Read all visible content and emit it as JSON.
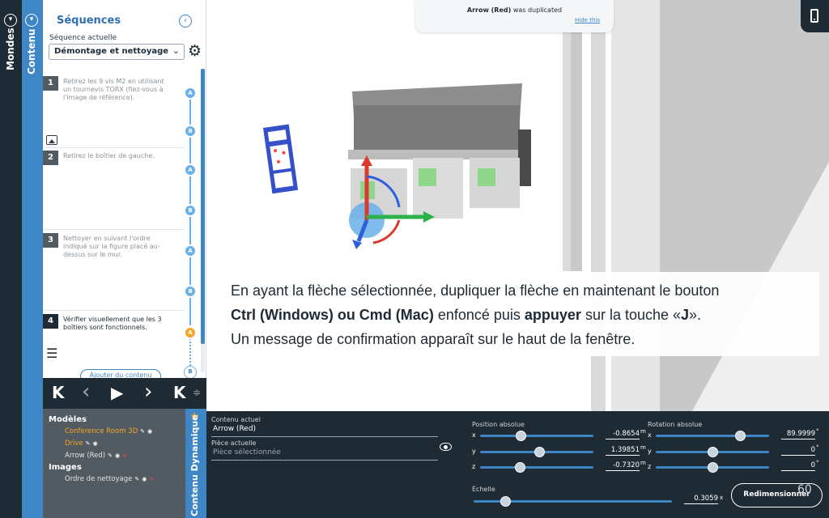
{
  "left_rail": {
    "mondes_label": "Mondes",
    "contenu_label": "Contenu"
  },
  "sequences": {
    "title": "Séquences",
    "current_label": "Séquence actuelle",
    "selected": "Démontage et nettoyage",
    "steps": [
      {
        "num": "1",
        "text": "Retirez les 9 vis M2 en utilisant un tournevis TORX (fiez-vous à l'image de référence)."
      },
      {
        "num": "2",
        "text": "Retirez le boîtier de gauche."
      },
      {
        "num": "3",
        "text": "Nettoyer en suivant l'ordre indiqué sur la figure placé au-dessus sur le mur."
      },
      {
        "num": "4",
        "text": "Vérifier visuellement que les 3 boîtiers sont fonctionnels."
      }
    ],
    "markers": [
      "A",
      "B",
      "A",
      "B",
      "A",
      "B",
      "A",
      "B"
    ],
    "add_content_label": "Ajouter du contenu"
  },
  "player": {
    "first": "K",
    "prev": "‹",
    "play": "▶",
    "next": "›",
    "last": "K"
  },
  "models": {
    "models_heading": "Modèles",
    "items": [
      "Conference Room 3D",
      "Drive",
      "Arrow (Red)"
    ],
    "images_heading": "Images",
    "image_items": [
      "Ordre de nettoyage"
    ],
    "dynamic_label": "Contenu Dynamique"
  },
  "properties": {
    "current_content_label": "Contenu actuel",
    "current_content_value": "Arrow (Red)",
    "current_piece_label": "Pièce actuelle",
    "current_piece_placeholder": "Pièce sélectionnée",
    "position_label": "Position absolue",
    "rotation_label": "Rotation absolue",
    "scale_label": "Échelle",
    "axes": [
      "x",
      "y",
      "z"
    ],
    "position": [
      "-0.8654",
      "1.39851",
      "-0.7320"
    ],
    "position_unit": "m",
    "rotation": [
      "89.9999",
      "0",
      "0"
    ],
    "rotation_unit": "°",
    "scale_value": "0.3059",
    "scale_unit": "x",
    "resize_label": "Redimensionner",
    "fps": "60",
    "position_sliders": [
      0.36,
      0.52,
      0.35
    ],
    "rotation_sliders": [
      0.74,
      0.5,
      0.5
    ],
    "scale_slider": 0.16
  },
  "notification": {
    "text_bold": "Arrow (Red)",
    "text_rest": " was duplicated",
    "hide_label": "Hide this"
  },
  "caption": {
    "line1": "En ayant la flèche sélectionnée, dupliquer la flèche en maintenant le bouton",
    "bold1": "Ctrl (Windows) ou Cmd (Mac)",
    "mid1": " enfoncé puis ",
    "bold2": "appuyer",
    "mid2": " sur la touche «",
    "bold3": "J",
    "end2": "».",
    "line3": "Un message de confirmation apparaît sur le haut de la fenêtre."
  },
  "colors": {
    "accent": "#3f86c6",
    "dark": "#1e2a34",
    "orange": "#f2a623",
    "red": "#e74c3c",
    "arrow_red": "#d93a2c",
    "arrow_green": "#2db14a",
    "arrow_blue": "#2f5fd8"
  }
}
